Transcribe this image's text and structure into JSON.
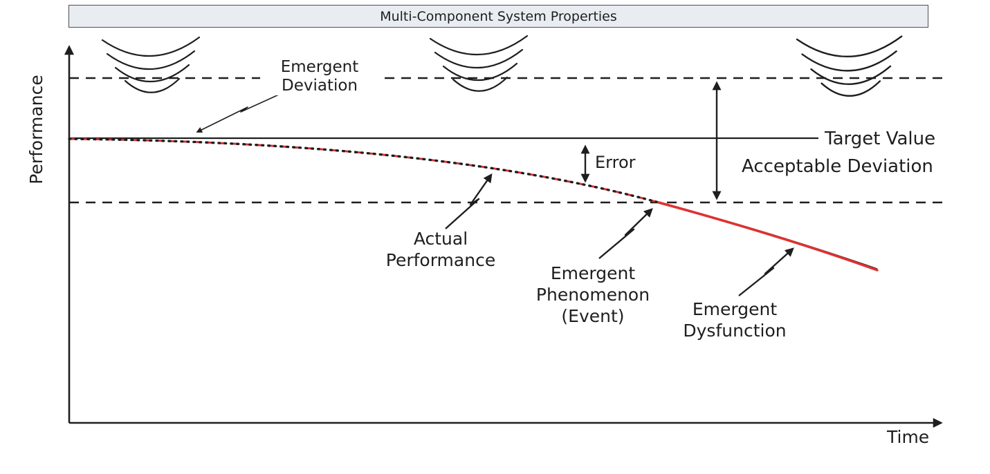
{
  "colors": {
    "ink": "#1e1e1e",
    "curve_red": "#e03131",
    "title_bg": "#e9edf2"
  },
  "title_bar": {
    "title": "Multi-Component System Properties"
  },
  "axes": {
    "y_label": "Performance",
    "x_label": "Time"
  },
  "labels": {
    "emergent_deviation": "Emergent\nDeviation",
    "error": "Error",
    "target_value": "Target Value",
    "acceptable_deviation": "Acceptable Deviation",
    "actual_performance": "Actual\nPerformance",
    "emergent_phenomenon": "Emergent\nPhenomenon\n(Event)",
    "emergent_dysfunction": "Emergent\nDysfunction"
  }
}
